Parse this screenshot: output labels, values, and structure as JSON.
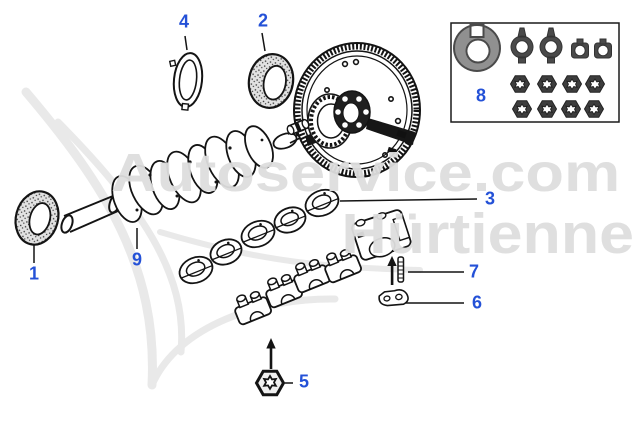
{
  "diagram": {
    "callouts": {
      "c1": "1",
      "c2": "2",
      "c3": "3",
      "c4": "4",
      "c5": "5",
      "c6": "6",
      "c7": "7",
      "c8": "8",
      "c9": "9"
    },
    "watermark": {
      "line1": "Autoservice.com",
      "line2": "Hürtienne"
    },
    "colors": {
      "callout_blue": "#2451d7",
      "watermark_gray": "#dddddd",
      "line_black": "#141414"
    }
  }
}
